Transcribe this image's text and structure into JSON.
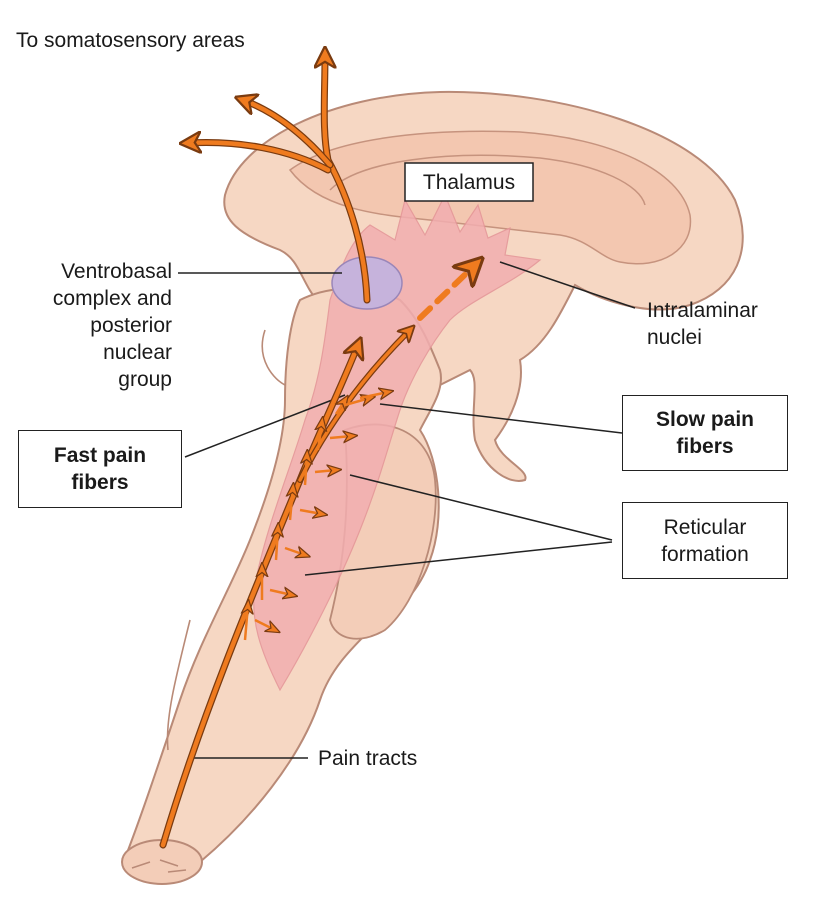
{
  "labels": {
    "top": "To somatosensory areas",
    "thalamus": "Thalamus",
    "ventrobasal": [
      "Ventrobasal",
      "complex and",
      "posterior",
      "nuclear",
      "group"
    ],
    "intralaminar": [
      "Intralaminar",
      "nuclei"
    ],
    "slow_pain": [
      "Slow pain",
      "fibers"
    ],
    "fast_pain": [
      "Fast pain",
      "fibers"
    ],
    "reticular": [
      "Reticular",
      "formation"
    ],
    "pain_tracts": "Pain tracts"
  },
  "colors": {
    "brain_tissue": "#f6d7c3",
    "brain_outline": "#b98a77",
    "reticular_pink": "#f2aeb0",
    "ventrobasal_purple": "#c6b3dc",
    "pathway_orange": "#ef7b1f",
    "pathway_outline": "#7a3b10"
  }
}
